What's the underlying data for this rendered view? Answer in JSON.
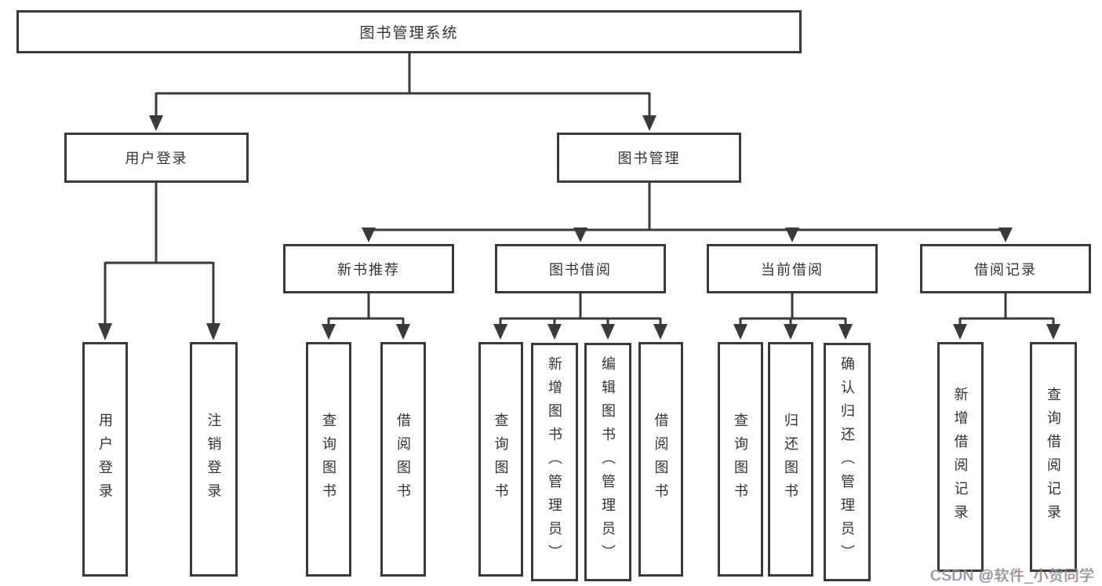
{
  "tree": {
    "label": "图书管理系统",
    "children": [
      {
        "label": "用户登录",
        "children": [
          {
            "label": "用户登录"
          },
          {
            "label": "注销登录"
          }
        ]
      },
      {
        "label": "图书管理",
        "children": [
          {
            "label": "新书推荐",
            "children": [
              {
                "label": "查询图书"
              },
              {
                "label": "借阅图书"
              }
            ]
          },
          {
            "label": "图书借阅",
            "children": [
              {
                "label": "查询图书"
              },
              {
                "label": "新增图书（管理员）"
              },
              {
                "label": "编辑图书（管理员）"
              },
              {
                "label": "借阅图书"
              }
            ]
          },
          {
            "label": "当前借阅",
            "children": [
              {
                "label": "查询图书"
              },
              {
                "label": "归还图书"
              },
              {
                "label": "确认归还（管理员）"
              }
            ]
          },
          {
            "label": "借阅记录",
            "children": [
              {
                "label": "新增借阅记录"
              },
              {
                "label": "查询借阅记录"
              }
            ]
          }
        ]
      }
    ]
  },
  "watermark": {
    "text": "CSDN @软件_小贺同学"
  },
  "colors": {
    "line": "#3a3a3a",
    "text": "#333333",
    "watermark": "#8e8e96",
    "background": "#ffffff"
  }
}
